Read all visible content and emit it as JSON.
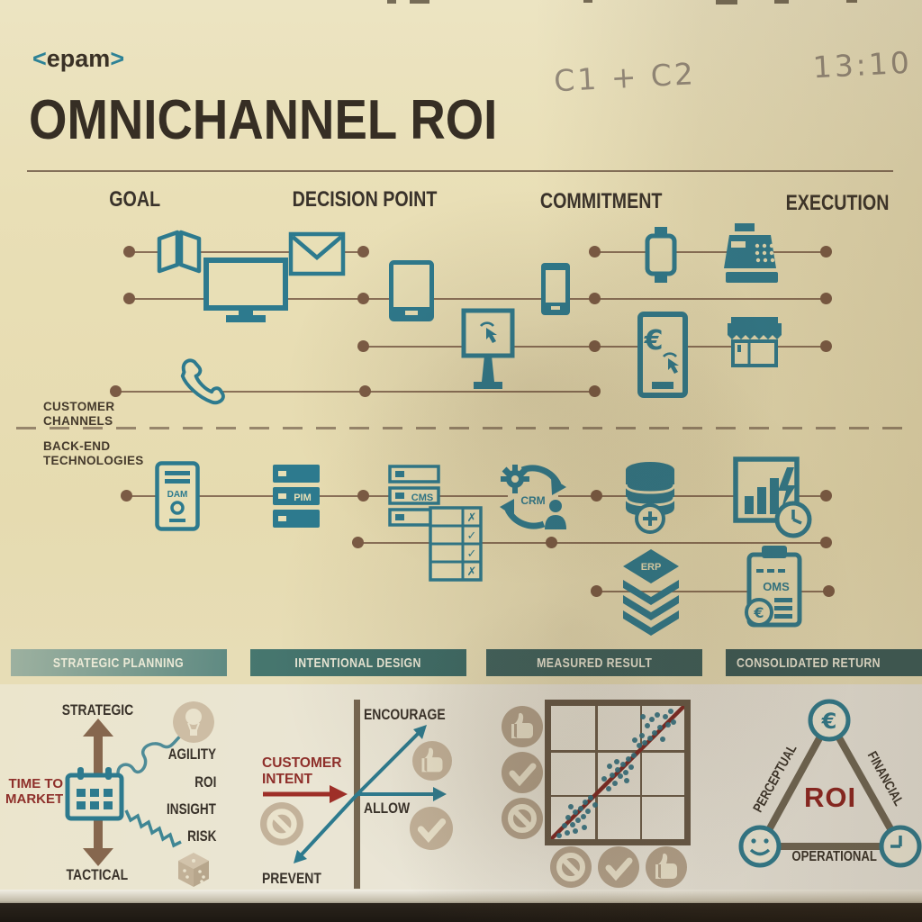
{
  "photo": {
    "handwriting_left": "C1 + C2",
    "handwriting_right": "13:10"
  },
  "logo": {
    "bracket_open": "<",
    "text": "epam",
    "bracket_close": ">"
  },
  "title": "OMNICHANNEL ROI",
  "stages": [
    {
      "label": "GOAL"
    },
    {
      "label": "DECISION POINT"
    },
    {
      "label": "COMMITMENT"
    },
    {
      "label": "EXECUTION"
    }
  ],
  "lanes": {
    "customer": "CUSTOMER\nCHANNELS",
    "backend": "BACK-END\nTECHNOLOGIES"
  },
  "channel_icons": [
    "brochure",
    "envelope",
    "desktop-monitor",
    "tablet",
    "smartphone",
    "kiosk",
    "phone-handset",
    "smartwatch",
    "cash-register",
    "payment-terminal",
    "storefront"
  ],
  "backend": {
    "dam": "DAM",
    "pim": "PIM",
    "cms": "CMS",
    "crm": "CRM",
    "erp": "ERP",
    "oms": "OMS",
    "checklist": [
      "✗",
      "✓",
      "✓",
      "✗"
    ]
  },
  "glyphs": {
    "euro": "€"
  },
  "panels": {
    "strategic": {
      "banner": "STRATEGIC PLANNING",
      "axis_top": "STRATEGIC",
      "axis_bottom": "TACTICAL",
      "center": "TIME TO\nMARKET",
      "right_items": [
        "AGILITY",
        "ROI",
        "INSIGHT",
        "RISK"
      ]
    },
    "intentional": {
      "banner": "INTENTIONAL DESIGN",
      "input": "CUSTOMER\nINTENT",
      "up": "ENCOURAGE",
      "right": "ALLOW",
      "down": "PREVENT"
    },
    "measured": {
      "banner": "MEASURED RESULT"
    },
    "consolidated": {
      "banner": "CONSOLIDATED RETURN",
      "center": "ROI",
      "edge_left": "PERCEPTUAL",
      "edge_right": "FINANCIAL",
      "edge_bottom": "OPERATIONAL"
    }
  },
  "chart_data": {
    "type": "scatter",
    "title": "MEASURED RESULT",
    "grid": "3x3",
    "diagonal_line": true,
    "x_axis_icons": [
      "prevent",
      "allow",
      "encourage"
    ],
    "y_axis_icons": [
      "encourage",
      "allow",
      "prevent"
    ],
    "points": [
      [
        0.06,
        0.03
      ],
      [
        0.1,
        0.1
      ],
      [
        0.12,
        0.05
      ],
      [
        0.13,
        0.16
      ],
      [
        0.16,
        0.11
      ],
      [
        0.18,
        0.2
      ],
      [
        0.2,
        0.14
      ],
      [
        0.22,
        0.23
      ],
      [
        0.24,
        0.17
      ],
      [
        0.26,
        0.28
      ],
      [
        0.28,
        0.21
      ],
      [
        0.3,
        0.31
      ],
      [
        0.33,
        0.26
      ],
      [
        0.18,
        0.06
      ],
      [
        0.25,
        0.09
      ],
      [
        0.15,
        0.24
      ],
      [
        0.4,
        0.45
      ],
      [
        0.43,
        0.38
      ],
      [
        0.46,
        0.48
      ],
      [
        0.48,
        0.42
      ],
      [
        0.5,
        0.52
      ],
      [
        0.52,
        0.47
      ],
      [
        0.54,
        0.56
      ],
      [
        0.56,
        0.5
      ],
      [
        0.58,
        0.6
      ],
      [
        0.6,
        0.54
      ],
      [
        0.62,
        0.63
      ],
      [
        0.49,
        0.58
      ],
      [
        0.44,
        0.55
      ],
      [
        0.57,
        0.44
      ],
      [
        0.66,
        0.7
      ],
      [
        0.68,
        0.78
      ],
      [
        0.7,
        0.72
      ],
      [
        0.72,
        0.85
      ],
      [
        0.74,
        0.76
      ],
      [
        0.76,
        0.9
      ],
      [
        0.78,
        0.8
      ],
      [
        0.8,
        0.93
      ],
      [
        0.82,
        0.84
      ],
      [
        0.84,
        0.75
      ],
      [
        0.86,
        0.92
      ],
      [
        0.88,
        0.86
      ],
      [
        0.9,
        0.96
      ],
      [
        0.92,
        0.88
      ],
      [
        0.69,
        0.92
      ],
      [
        0.63,
        0.74
      ]
    ]
  },
  "colors": {
    "paper": "#e9dfb8",
    "teal": "#2d7a8e",
    "line_brown": "#8a7058",
    "dot_brown": "#7b5b45",
    "ink": "#39322a",
    "dark_red": "#8e2f2a",
    "banner_teal": "#3d615e",
    "faded_tan": "#b3a28c"
  }
}
